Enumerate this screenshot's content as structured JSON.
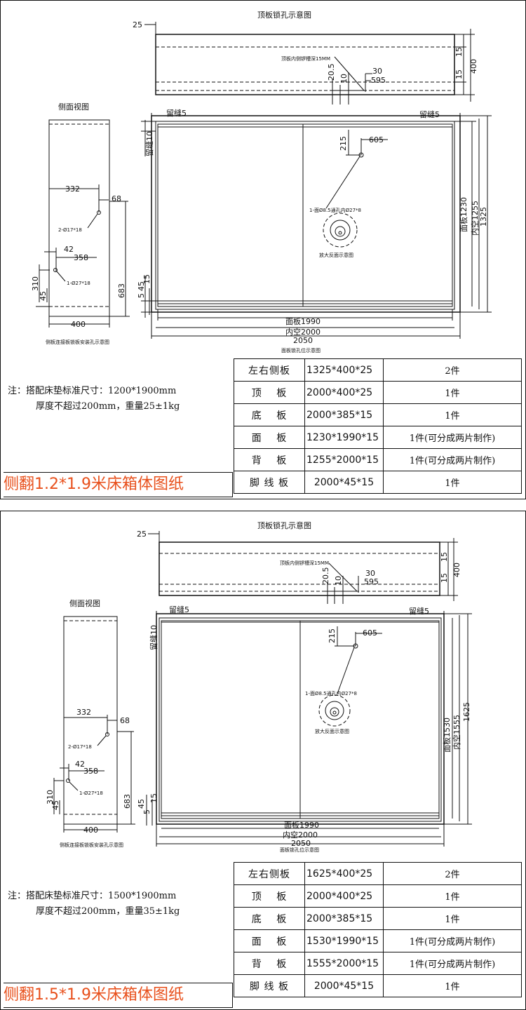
{
  "sheets": [
    {
      "id": "sheet-1-2",
      "top_view_title": "顶板锁孔示意图",
      "side_view_title": "侧面视图",
      "top_dims": {
        "left_offset": "25",
        "groove_note": "顶板内侧锣槽深15MM",
        "d_205": "20.5",
        "d_10": "10",
        "d_30": "30",
        "d_595": "595",
        "d_15a": "15",
        "d_15b": "15",
        "d_400": "400"
      },
      "front_dims": {
        "gap_left": "留缝5",
        "gap_right": "留缝5",
        "gap_top": "留缝10",
        "d_215": "215",
        "d_605": "605",
        "hole_note": "1-面Ø8.5通孔内Ø27*8",
        "zoom_note": "放大反面示意图",
        "panel_h": "面板1230",
        "inner_h": "内空1255",
        "outer_h": "1325",
        "d_45": "45",
        "d_5": "5",
        "d_15": "15",
        "panel_w": "面板1990",
        "inner_w": "内空2000",
        "outer_w": "2050",
        "bottom_caption": "面板锁孔位示意图"
      },
      "side_dims": {
        "d_332": "332",
        "d_68": "68",
        "hole_a": "2-Ø17*18",
        "d_42": "42",
        "d_358": "358",
        "hole_b": "1-Ø27*18",
        "d_310": "310",
        "d_45": "45",
        "d_683": "683",
        "d_400": "400",
        "caption": "侧板连接板锁板安装孔示意图"
      },
      "note_line1": "注：搭配床垫标准尺寸：1200*1900mm",
      "note_line2": "厚度不超过200mm，重量25±1kg",
      "title": "侧翻1.2*1.9米床箱体图纸",
      "rows": [
        {
          "name": "左右侧板",
          "size": "1325*400*25",
          "qty": "2件"
        },
        {
          "name": "顶　 板",
          "size": "2000*400*25",
          "qty": "1件"
        },
        {
          "name": "底　 板",
          "size": "2000*385*15",
          "qty": "1件"
        },
        {
          "name": "面　 板",
          "size": "1230*1990*15",
          "qty": "1件(可分成两片制作)"
        },
        {
          "name": "背　 板",
          "size": "1255*2000*15",
          "qty": "1件(可分成两片制作)"
        },
        {
          "name": "脚 线 板",
          "size": "2000*45*15",
          "qty": "1件"
        }
      ]
    },
    {
      "id": "sheet-1-5",
      "top_view_title": "顶板锁孔示意图",
      "side_view_title": "侧面视图",
      "top_dims": {
        "left_offset": "25",
        "groove_note": "顶板内侧锣槽深15MM",
        "d_205": "20.5",
        "d_10": "10",
        "d_30": "30",
        "d_595": "595",
        "d_15a": "15",
        "d_15b": "15",
        "d_400": "400"
      },
      "front_dims": {
        "gap_left": "留缝5",
        "gap_right": "留缝5",
        "gap_top": "留缝10",
        "d_215": "215",
        "d_605": "605",
        "hole_note": "1-面Ø8.5通孔内Ø27*8",
        "zoom_note": "放大反面示意图",
        "panel_h": "面板1530",
        "inner_h": "内空1555",
        "outer_h": "1625",
        "d_45": "45",
        "d_5": "5",
        "d_15": "15",
        "panel_w": "面板1990",
        "inner_w": "内空2000",
        "outer_w": "2050",
        "bottom_caption": "面板锁孔位示意图"
      },
      "side_dims": {
        "d_332": "332",
        "d_68": "68",
        "hole_a": "2-Ø17*18",
        "d_42": "42",
        "d_358": "358",
        "hole_b": "1-Ø27*18",
        "d_310": "310",
        "d_45": "45",
        "d_683": "683",
        "d_400": "400",
        "caption": "侧板连接板锁板安装孔示意图"
      },
      "note_line1": "注：搭配床垫标准尺寸：1500*1900mm",
      "note_line2": "厚度不超过200mm，重量35±1kg",
      "title": "侧翻1.5*1.9米床箱体图纸",
      "rows": [
        {
          "name": "左右侧板",
          "size": "1625*400*25",
          "qty": "2件"
        },
        {
          "name": "顶　 板",
          "size": "2000*400*25",
          "qty": "1件"
        },
        {
          "name": "底　 板",
          "size": "2000*385*15",
          "qty": "1件"
        },
        {
          "name": "面　 板",
          "size": "1530*1990*15",
          "qty": "1件(可分成两片制作)"
        },
        {
          "name": "背　 板",
          "size": "1555*2000*15",
          "qty": "1件(可分成两片制作)"
        },
        {
          "name": "脚 线 板",
          "size": "2000*45*15",
          "qty": "1件"
        }
      ]
    }
  ]
}
